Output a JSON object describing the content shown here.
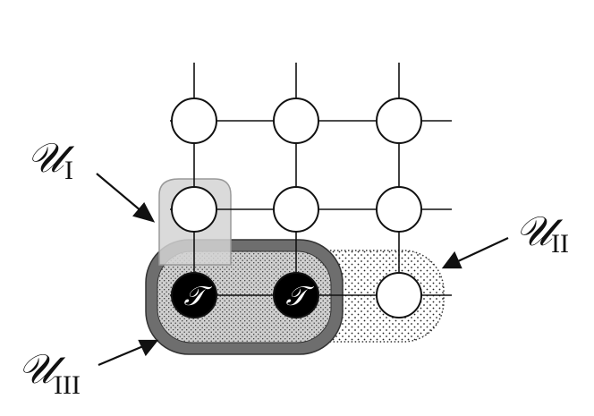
{
  "diagram": {
    "regions": [
      {
        "id": "U_I",
        "symbol": "𝒰",
        "subscript": "I"
      },
      {
        "id": "U_II",
        "symbol": "𝒰",
        "subscript": "II"
      },
      {
        "id": "U_III",
        "symbol": "𝒰",
        "subscript": "III"
      }
    ],
    "target_node_label": "𝒯",
    "grid": {
      "rows": 3,
      "cols": 3
    },
    "target_nodes": [
      [
        2,
        0
      ],
      [
        2,
        1
      ]
    ]
  },
  "colors": {
    "node_fill": "#ffffff",
    "node_stroke": "#111111",
    "target_fill": "#000000",
    "region_I": "#d3d3d3",
    "region_III": "#6e6e6e",
    "region_II_dots": "#222222"
  }
}
